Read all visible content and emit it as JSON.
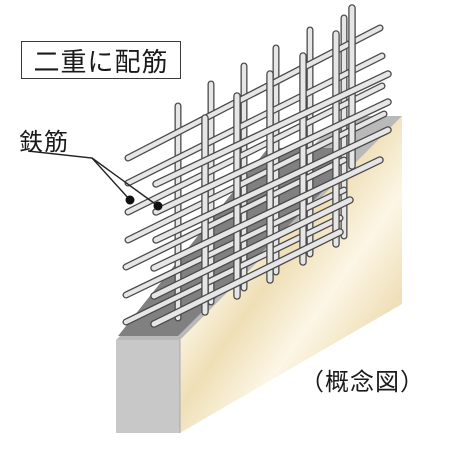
{
  "diagram": {
    "title": "二重に配筋",
    "callout_label": "鉄筋",
    "note": "（概念図）"
  },
  "colors": {
    "rebar_fill": "#e6e6e6",
    "rebar_stroke": "#4a4a4a",
    "concrete_top": "#b4b4b4",
    "concrete_inner": "#7f7f7f",
    "concrete_side_light": "#fbf4e1",
    "concrete_side_band": "#f0e2be",
    "leader_line": "#222222"
  },
  "icons": {
    "callout_markers": "filled-dot"
  }
}
